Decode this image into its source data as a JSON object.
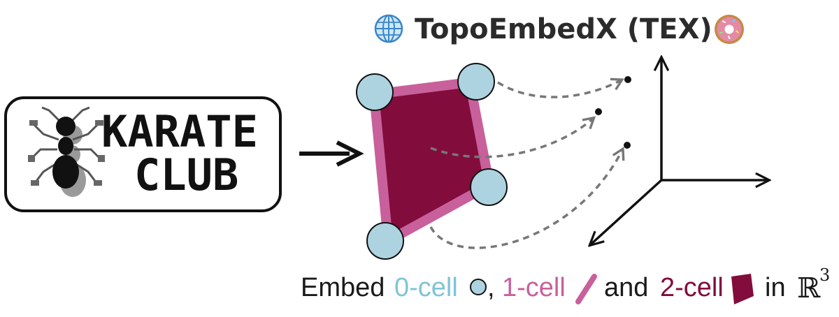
{
  "title": {
    "text": "TopoEmbedX (TEX)",
    "left_icon": "globe-icon",
    "right_icon": "donut-icon"
  },
  "logo": {
    "line1": "KARATE",
    "line2": "CLUB",
    "icon": "ant-icon"
  },
  "caption": {
    "embed": "Embed",
    "cell0": "0-cell",
    "comma": ",",
    "cell1": "1-cell",
    "and": "and",
    "cell2": "2-cell",
    "in": "in",
    "space": "ℝ",
    "exponent": "3"
  },
  "colors": {
    "node_fill": "#aed3e0",
    "edge": "#c8609c",
    "face": "#820c3c",
    "cell0_text": "#7fc4d6",
    "cell1_text": "#c8609c",
    "cell2_text": "#820c3c",
    "arrow_dashed": "#777777",
    "ink": "#111111"
  }
}
